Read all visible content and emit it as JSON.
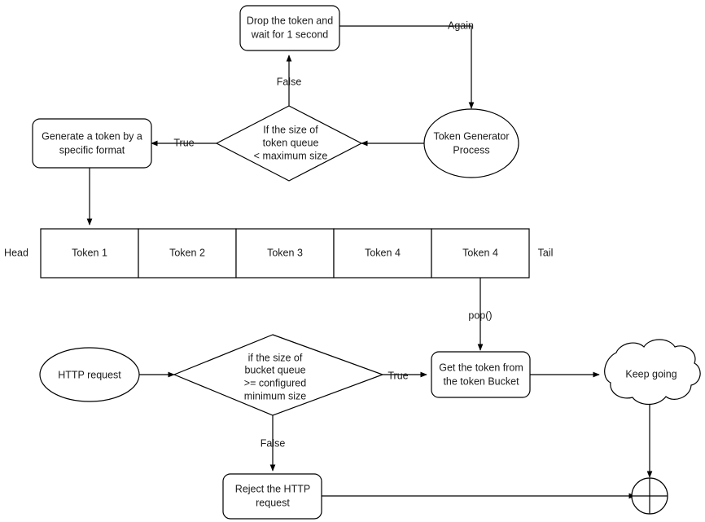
{
  "diagram": {
    "title": "Token Bucket Rate Limiter Flowchart",
    "background_color": "#ffffff",
    "stroke_color": "#000000",
    "text_color": "#1a1a1a"
  },
  "nodes": {
    "drop_token": {
      "shape": "rounded-rect",
      "line1": "Drop the token and",
      "line2": "wait for 1 second"
    },
    "token_queue_decision": {
      "shape": "diamond",
      "line1": "If the size of",
      "line2": "token queue",
      "line3": "< maximum size"
    },
    "token_generator": {
      "shape": "ellipse",
      "line1": "Token Generator",
      "line2": "Process"
    },
    "generate_token": {
      "shape": "rounded-rect",
      "line1": "Generate a token by a",
      "line2": "specific format"
    },
    "http_request": {
      "shape": "ellipse",
      "line1": "HTTP request"
    },
    "bucket_queue_decision": {
      "shape": "diamond",
      "line1": "if the size of",
      "line2": "bucket queue",
      "line3": ">= configured",
      "line4": "minimum size"
    },
    "get_token": {
      "shape": "rounded-rect",
      "line1": "Get the token from",
      "line2": "the token Bucket"
    },
    "keep_going": {
      "shape": "cloud",
      "line1": "Keep going"
    },
    "reject_request": {
      "shape": "rounded-rect",
      "line1": "Reject the HTTP",
      "line2": "request"
    },
    "end_node": {
      "shape": "circle-cross",
      "label": ""
    }
  },
  "token_table": {
    "head_label": "Head",
    "tail_label": "Tail",
    "cells": [
      {
        "label": "Token 1"
      },
      {
        "label": "Token 2"
      },
      {
        "label": "Token 3"
      },
      {
        "label": "Token 4"
      },
      {
        "label": "Token 4"
      }
    ]
  },
  "edge_labels": {
    "again": "Again",
    "false_top": "False",
    "true_top": "True",
    "pop": "pop()",
    "true_bottom": "True",
    "false_bottom": "False"
  }
}
